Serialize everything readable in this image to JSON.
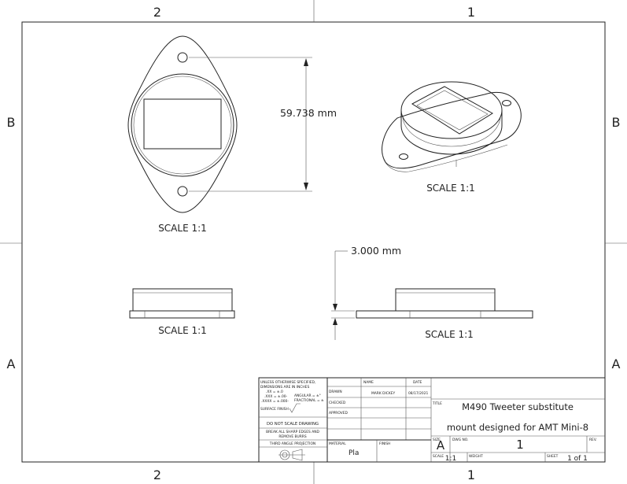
{
  "zones": {
    "top_left": "2",
    "top_right": "1",
    "bottom_left": "2",
    "bottom_right": "1",
    "left_upper": "B",
    "left_lower": "A",
    "right_upper": "B",
    "right_lower": "A"
  },
  "views": {
    "top_view_scale": "SCALE 1:1",
    "iso_view_scale": "SCALE 1:1",
    "front_view_scale": "SCALE 1:1",
    "side_view_scale": "SCALE 1:1"
  },
  "dimensions": {
    "hole_spacing": "59.738 mm",
    "base_thickness": "3.000 mm"
  },
  "title_block": {
    "tolerance_note_1": "UNLESS OTHERWISE SPECIFIED,",
    "tolerance_note_2": "DIMENSIONS ARE IN INCHES",
    "tol_xx": ".XX = ±.0",
    "tol_xxx": ".XXX = ±.00-",
    "tol_xxxx": ".XXXX = ±.000-",
    "tol_angular": "ANGULAR = ±°",
    "tol_fractional": "FRACTIONAL = ±",
    "surface_finish": "SURFACE FINISH",
    "do_not_scale": "DO NOT SCALE DRAWING",
    "break_edges_1": "BREAK ALL SHARP EDGES AND",
    "break_edges_2": "REMOVE BURRS",
    "projection": "THIRD ANGLE PROJECTION",
    "col_name": "NAME",
    "col_date": "DATE",
    "row_drawn": "DRAWN",
    "row_checked": "CHECKED",
    "row_approved": "APPROVED",
    "drawn_name": "MARK DICKEY",
    "drawn_date": "08/17/2021",
    "material_label": "MATERIAL",
    "material_value": "Pla",
    "finish_label": "FINISH",
    "title_label": "TITLE",
    "title_line_1": "M490 Tweeter substitute",
    "title_line_2": "mount designed for AMT Mini-8",
    "size_label": "SIZE",
    "size_value": "A",
    "dwg_no_label": "DWG NO.",
    "dwg_no_value": "1",
    "rev_label": "REV.",
    "scale_label": "SCALE",
    "scale_value": "1:1",
    "weight_label": "WEIGHT",
    "sheet_label": "SHEET",
    "sheet_value": "1 of 1"
  }
}
